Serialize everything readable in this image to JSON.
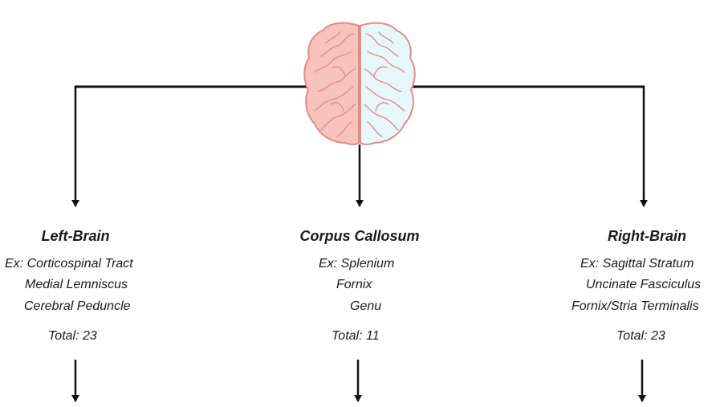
{
  "columns": [
    {
      "heading": "Left-Brain",
      "items": [
        "Ex: Corticospinal Tract",
        "Medial Lemniscus",
        "Cerebral Peduncle"
      ],
      "total": "Total: 23"
    },
    {
      "heading": "Corpus Callosum",
      "items": [
        "Ex: Splenium",
        "Fornix",
        "Genu"
      ],
      "total": "Total: 11"
    },
    {
      "heading": "Right-Brain",
      "items": [
        "Ex: Sagittal Stratum",
        "Uncinate Fasciculus",
        "Fornix/Stria Terminalis"
      ],
      "total": "Total: 23"
    }
  ],
  "colors": {
    "left_hemisphere": "#f7c3bd",
    "left_outline": "#e58a84",
    "right_hemisphere": "#e6f8fb",
    "right_outline": "#e58a84",
    "lines": "#111111"
  },
  "icon": "brain-icon"
}
